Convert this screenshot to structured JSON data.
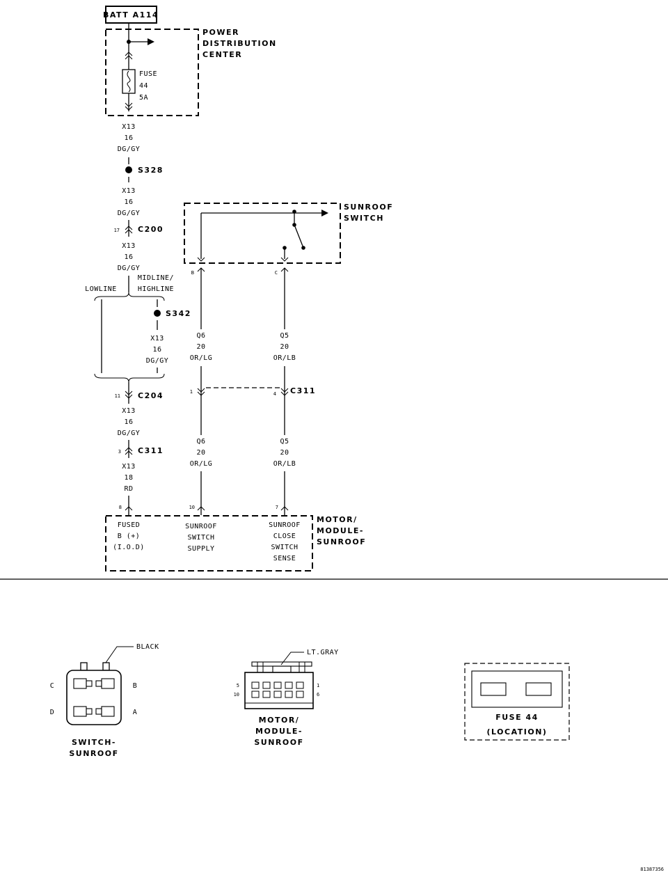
{
  "power": {
    "batt_label": "BATT A114",
    "pdc_label": [
      "POWER",
      "DISTRIBUTION",
      "CENTER"
    ],
    "fuse_label": [
      "FUSE",
      "44",
      "5A"
    ]
  },
  "wire_x13_1": [
    "X13",
    "16",
    "DG/GY"
  ],
  "splice_s328": "S328",
  "wire_x13_2": [
    "X13",
    "16",
    "DG/GY"
  ],
  "connector_c200": {
    "pin": "17",
    "name": "C200"
  },
  "wire_x13_3": [
    "X13",
    "16",
    "DG/GY"
  ],
  "branch": {
    "lowline": "LOWLINE",
    "midline": [
      "MIDLINE/",
      "HIGHLINE"
    ]
  },
  "splice_s342": "S342",
  "wire_x13_4": [
    "X13",
    "16",
    "DG/GY"
  ],
  "connector_c204": {
    "pin": "11",
    "name": "C204"
  },
  "wire_x13_5": [
    "X13",
    "16",
    "DG/GY"
  ],
  "connector_c311_left": {
    "pin": "3",
    "name": "C311"
  },
  "wire_x13_6": [
    "X13",
    "18",
    "RD"
  ],
  "sunroof_switch": {
    "label": [
      "SUNROOF",
      "SWITCH"
    ],
    "pin_b": "B",
    "pin_c": "C"
  },
  "wire_q6_upper": [
    "Q6",
    "20",
    "OR/LG"
  ],
  "wire_q5_upper": [
    "Q5",
    "20",
    "OR/LB"
  ],
  "connector_c311_mid": {
    "pin_1": "1",
    "pin_4": "4",
    "name": "C311"
  },
  "wire_q6_lower": [
    "Q6",
    "20",
    "OR/LG"
  ],
  "wire_q5_lower": [
    "Q5",
    "20",
    "OR/LB"
  ],
  "module_pins": {
    "p8": "8",
    "p10": "10",
    "p7": "7"
  },
  "module": {
    "label": [
      "MOTOR/",
      "MODULE-",
      "SUNROOF"
    ],
    "fused": [
      "FUSED",
      "B (+)",
      "(I.O.D)"
    ],
    "supply": [
      "SUNROOF",
      "SWITCH",
      "SUPPLY"
    ],
    "close": [
      "SUNROOF",
      "CLOSE",
      "SWITCH",
      "SENSE"
    ]
  },
  "views": {
    "switch": {
      "color": "BLACK",
      "pins": {
        "c": "C",
        "b": "B",
        "d": "D",
        "a": "A"
      },
      "title": [
        "SWITCH-",
        "SUNROOF"
      ]
    },
    "module": {
      "color": "LT.GRAY",
      "pins": {
        "p5": "5",
        "p10": "10",
        "p1": "1",
        "p6": "6"
      },
      "title": [
        "MOTOR/",
        "MODULE-",
        "SUNROOF"
      ]
    },
    "fuse": {
      "title": [
        "FUSE 44",
        "(LOCATION)"
      ]
    }
  },
  "figure_id": "81387356"
}
